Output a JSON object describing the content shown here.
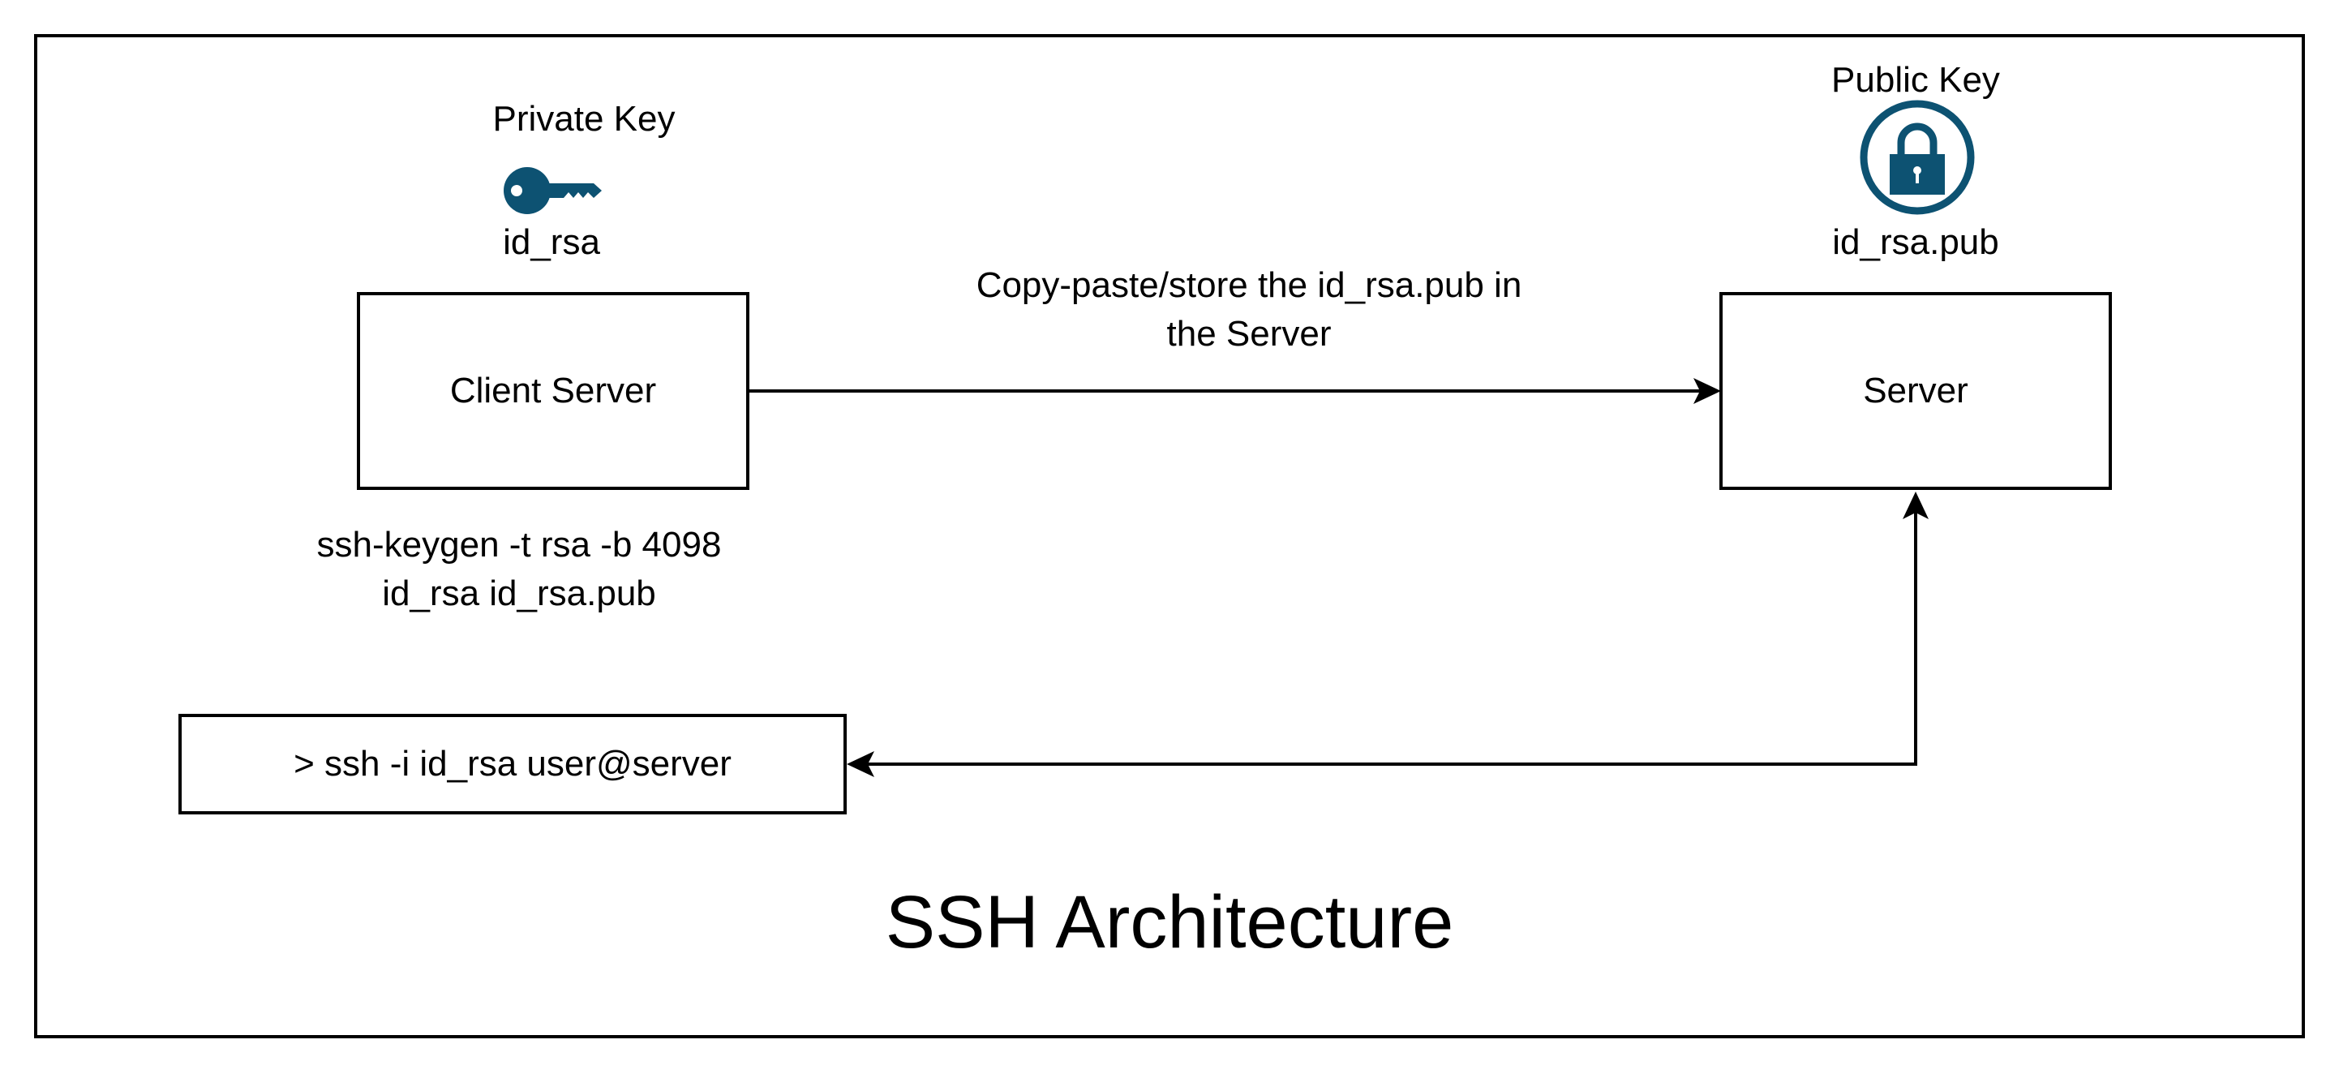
{
  "diagram": {
    "title": "SSH Architecture",
    "client": {
      "key_heading": "Private Key",
      "key_file": "id_rsa",
      "node_label": "Client Server",
      "keygen_command": "ssh-keygen -t rsa -b 4098",
      "keygen_output": "id_rsa id_rsa.pub"
    },
    "server": {
      "key_heading": "Public Key",
      "key_file": "id_rsa.pub",
      "node_label": "Server"
    },
    "edge_copy": {
      "line1": "Copy-paste/store the id_rsa.pub in",
      "line2": "the Server"
    },
    "ssh_command": "> ssh -i id_rsa user@server",
    "colors": {
      "icon": "#0d5272",
      "stroke": "#000000"
    },
    "icons": {
      "private_key": "key-icon",
      "public_key": "lock-icon"
    }
  }
}
